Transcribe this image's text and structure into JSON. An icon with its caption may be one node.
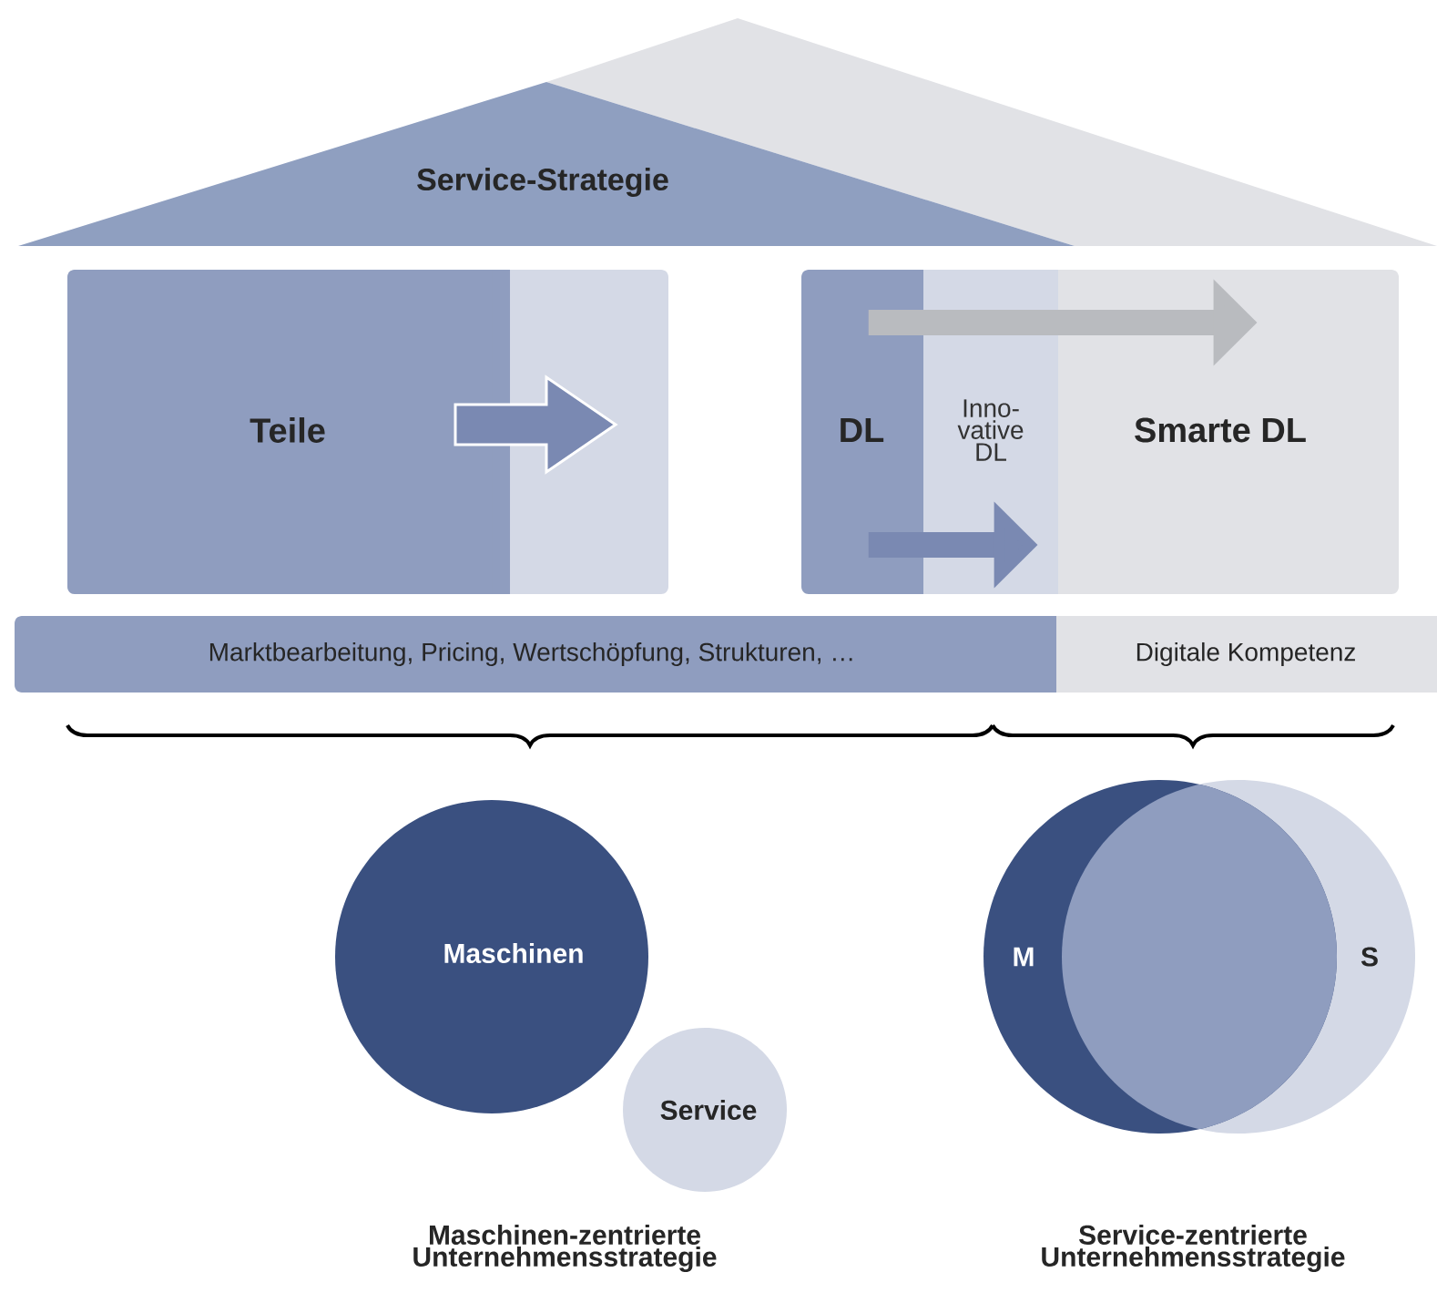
{
  "diagram": {
    "nodes": [
      {
        "text": [
          "Service-Strategie"
        ]
      },
      {
        "text": [
          "Teile"
        ]
      },
      {
        "text": [
          "DL"
        ]
      },
      {
        "text": [
          "Inno- vative DL"
        ]
      },
      {
        "text": [
          "Smarte DL"
        ]
      },
      {
        "text": [
          "Marktbearbeitung, Pricing, Wertschöpfung, Strukturen, …"
        ]
      },
      {
        "text": [
          "Digitale Kompetenz"
        ]
      },
      {
        "text": [
          "Maschinen"
        ]
      },
      {
        "text": [
          "Service"
        ]
      },
      {
        "text": [
          "M"
        ]
      },
      {
        "text": [
          "S"
        ]
      }
    ],
    "edges": [
      {
        "from": 2,
        "to": 4,
        "arrow": "to",
        "color": "#b9bbbf"
      },
      {
        "from": 2,
        "to": 3,
        "arrow": "to",
        "color": "#7a89b2"
      }
    ],
    "labels": [
      "Maschinen-zentrierte Unternehmensstrategie",
      "Service-zentrierte Unternehmensstrategie"
    ]
  }
}
